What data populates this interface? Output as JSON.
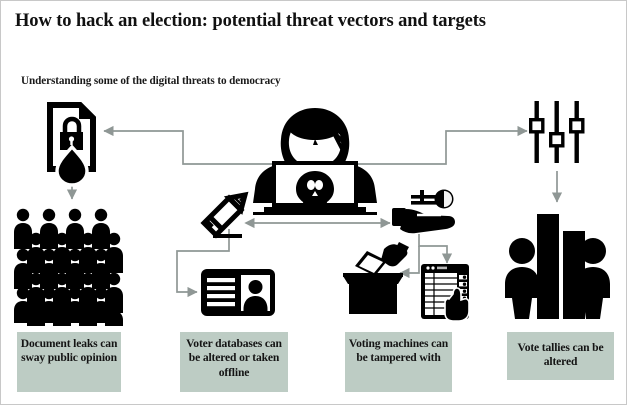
{
  "figure": {
    "title": "How to hack an election: potential threat vectors and targets",
    "subtitle": "Understanding some of the digital threats to democracy",
    "background_color": "#ffffff",
    "border_color": "#c8c8c8",
    "icon_color": "#000000",
    "connector_color": "#8f9795",
    "caption_background_color": "#bdccc4",
    "caption_text_color": "#141414"
  },
  "nodes": {
    "hacker": {
      "name": "hooded hacker at laptop with skull",
      "icon": "hacker-icon",
      "role": "threat-actor"
    },
    "document_leak": {
      "name": "document with padlock leaking",
      "icon": "document-leak-icon"
    },
    "sliders": {
      "name": "three vertical sliders",
      "icon": "sliders-icon"
    },
    "crowd": {
      "name": "crowd of voters",
      "icon": "crowd-icon"
    },
    "pencil": {
      "name": "pencil",
      "icon": "pencil-icon"
    },
    "voter_id": {
      "name": "voter id card",
      "icon": "id-card-icon"
    },
    "bribe": {
      "name": "hand receiving coin",
      "icon": "hand-coin-icon"
    },
    "ballot_box": {
      "name": "hand casting ballot into box",
      "icon": "ballot-box-icon"
    },
    "voting_machine": {
      "name": "electronic voting machine with pointing hand",
      "icon": "voting-machine-icon"
    },
    "vote_tally": {
      "name": "bar chart with two voters",
      "icon": "bar-chart-people-icon"
    }
  },
  "captions": [
    {
      "id": "document-leaks",
      "text": "Document leaks can sway public opinion"
    },
    {
      "id": "voter-databases",
      "text": "Voter databases can be altered or taken offline"
    },
    {
      "id": "voting-machines",
      "text": "Voting machines can be tampered with"
    },
    {
      "id": "vote-tallies",
      "text": "Vote tallies can be altered"
    }
  ],
  "connectors": [
    {
      "from": "hacker",
      "to": "document_leak",
      "style": "elbow",
      "arrow": "end"
    },
    {
      "from": "hacker",
      "to": "sliders",
      "style": "elbow",
      "arrow": "end"
    },
    {
      "from": "document_leak",
      "to": "crowd",
      "style": "straight",
      "arrow": "end"
    },
    {
      "from": "hacker",
      "to": "pencil",
      "style": "horizontal",
      "arrow": "both"
    },
    {
      "from": "hacker",
      "to": "bribe",
      "style": "horizontal",
      "arrow": "both"
    },
    {
      "from": "pencil",
      "to": "voter_id",
      "style": "elbow",
      "arrow": "end"
    },
    {
      "from": "bribe",
      "to": "voting_machine",
      "style": "elbow",
      "arrow": "end"
    },
    {
      "from": "bribe",
      "to": "ballot_box",
      "style": "elbow",
      "arrow": "end"
    },
    {
      "from": "sliders",
      "to": "vote_tally",
      "style": "straight",
      "arrow": "end"
    }
  ]
}
